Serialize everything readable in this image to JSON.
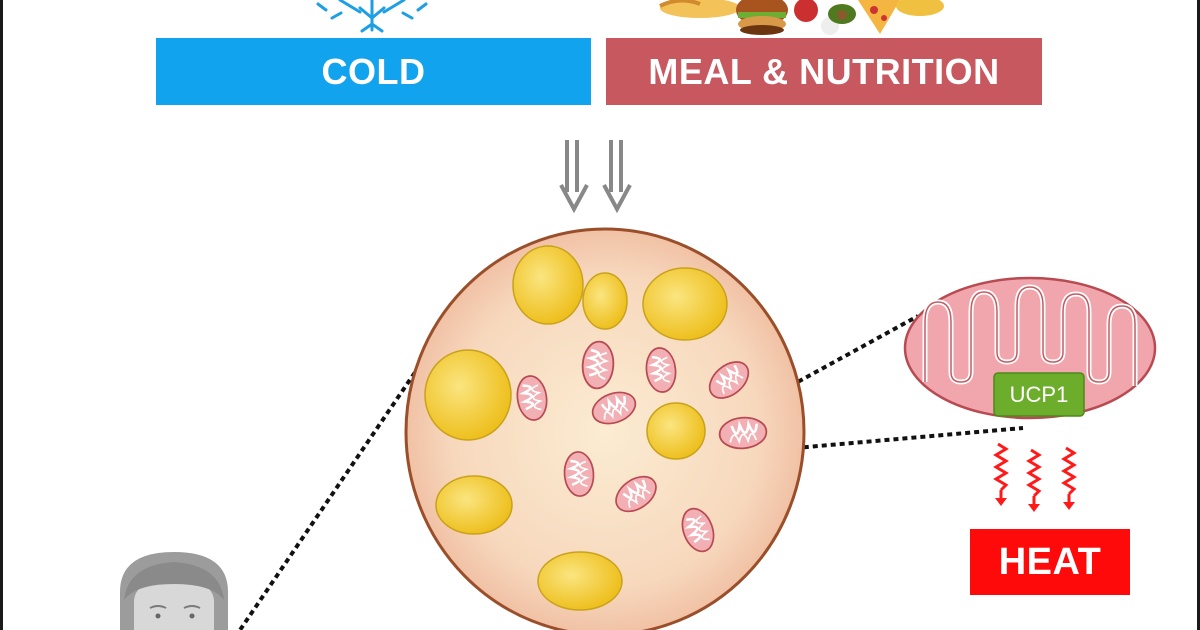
{
  "stimuli": {
    "cold_label": "COLD",
    "meal_label": "MEAL & NUTRITION"
  },
  "mitochondrion": {
    "protein_label": "UCP1"
  },
  "output": {
    "heat_label": "HEAT"
  },
  "colors": {
    "cold": "#12a3ee",
    "meal": "#c8585f",
    "heat": "#ff0a0a",
    "cell_fill": "#f6d2b4",
    "cell_border": "#a0522d",
    "lipid": "#f2cc2a",
    "mito_fill": "#f0a6ac",
    "mito_border": "#b84a52",
    "ucp1": "#6cad2c"
  },
  "icons": [
    "snowflake-icon",
    "food-icon",
    "down-arrows-icon",
    "heat-wave-icon",
    "person-icon"
  ]
}
